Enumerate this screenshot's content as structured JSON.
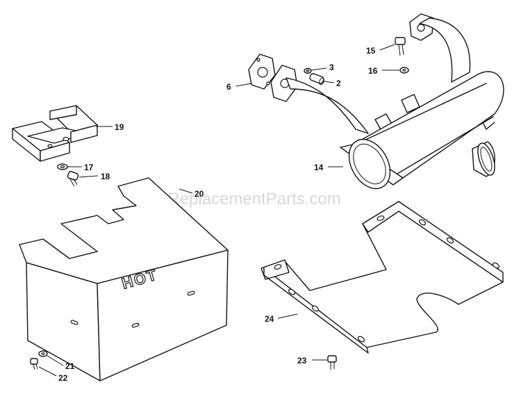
{
  "watermark": "eReplacementParts.com",
  "shield_text": "HOT",
  "callouts": [
    {
      "id": "c2",
      "label": "2"
    },
    {
      "id": "c3",
      "label": "3"
    },
    {
      "id": "c6",
      "label": "6"
    },
    {
      "id": "c14",
      "label": "14"
    },
    {
      "id": "c15",
      "label": "15"
    },
    {
      "id": "c16",
      "label": "16"
    },
    {
      "id": "c17",
      "label": "17"
    },
    {
      "id": "c18",
      "label": "18"
    },
    {
      "id": "c19",
      "label": "19"
    },
    {
      "id": "c20",
      "label": "20"
    },
    {
      "id": "c21",
      "label": "21"
    },
    {
      "id": "c22",
      "label": "22"
    },
    {
      "id": "c23",
      "label": "23"
    },
    {
      "id": "c24",
      "label": "24"
    }
  ]
}
